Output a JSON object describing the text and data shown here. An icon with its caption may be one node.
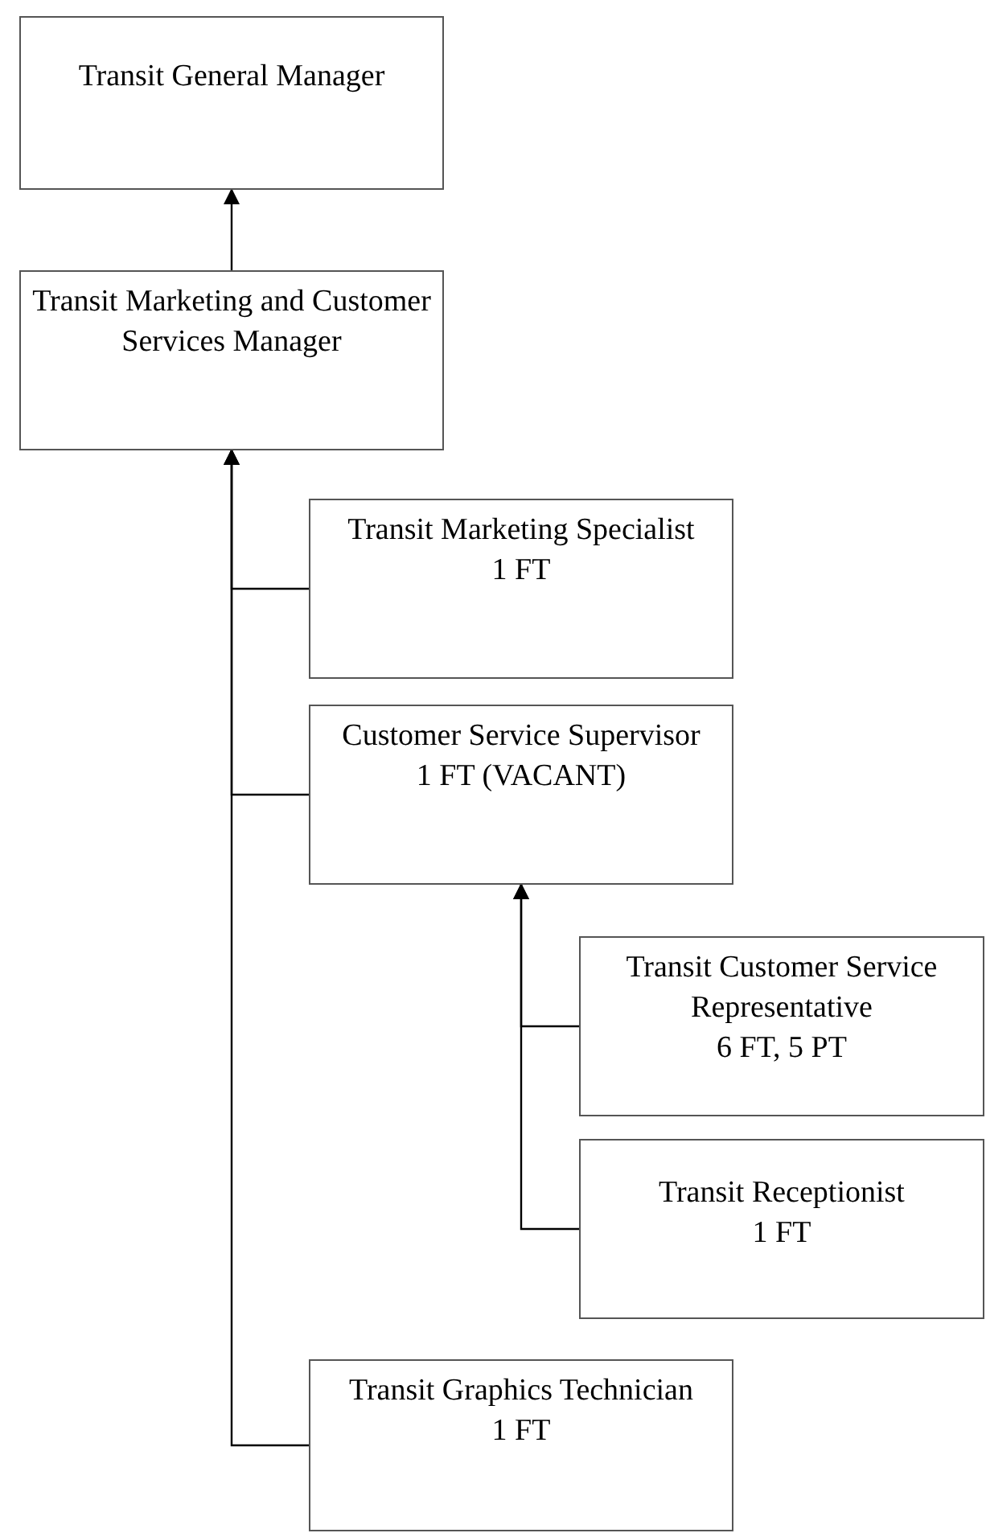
{
  "diagram": {
    "nodes": [
      {
        "text": [
          "Transit General Manager"
        ]
      },
      {
        "text": [
          "Transit Marketing and Customer Services Manager"
        ]
      },
      {
        "text": [
          "Transit Marketing Specialist",
          "1 FT"
        ]
      },
      {
        "text": [
          "Customer Service Supervisor",
          "1 FT (VACANT)"
        ]
      },
      {
        "text": [
          "Transit Customer Service Representative",
          "6 FT, 5 PT"
        ]
      },
      {
        "text": [
          "Transit Receptionist",
          "1 FT"
        ]
      },
      {
        "text": [
          "Transit Graphics Technician",
          "1 FT"
        ]
      }
    ],
    "edges": [
      {
        "from": 1,
        "to": 0,
        "arrow": "to"
      },
      {
        "from": 2,
        "to": 1,
        "arrow": "to"
      },
      {
        "from": 3,
        "to": 1,
        "arrow": "to"
      },
      {
        "from": 6,
        "to": 1,
        "arrow": "to"
      },
      {
        "from": 4,
        "to": 3,
        "arrow": "to"
      },
      {
        "from": 5,
        "to": 3,
        "arrow": "to"
      }
    ]
  }
}
